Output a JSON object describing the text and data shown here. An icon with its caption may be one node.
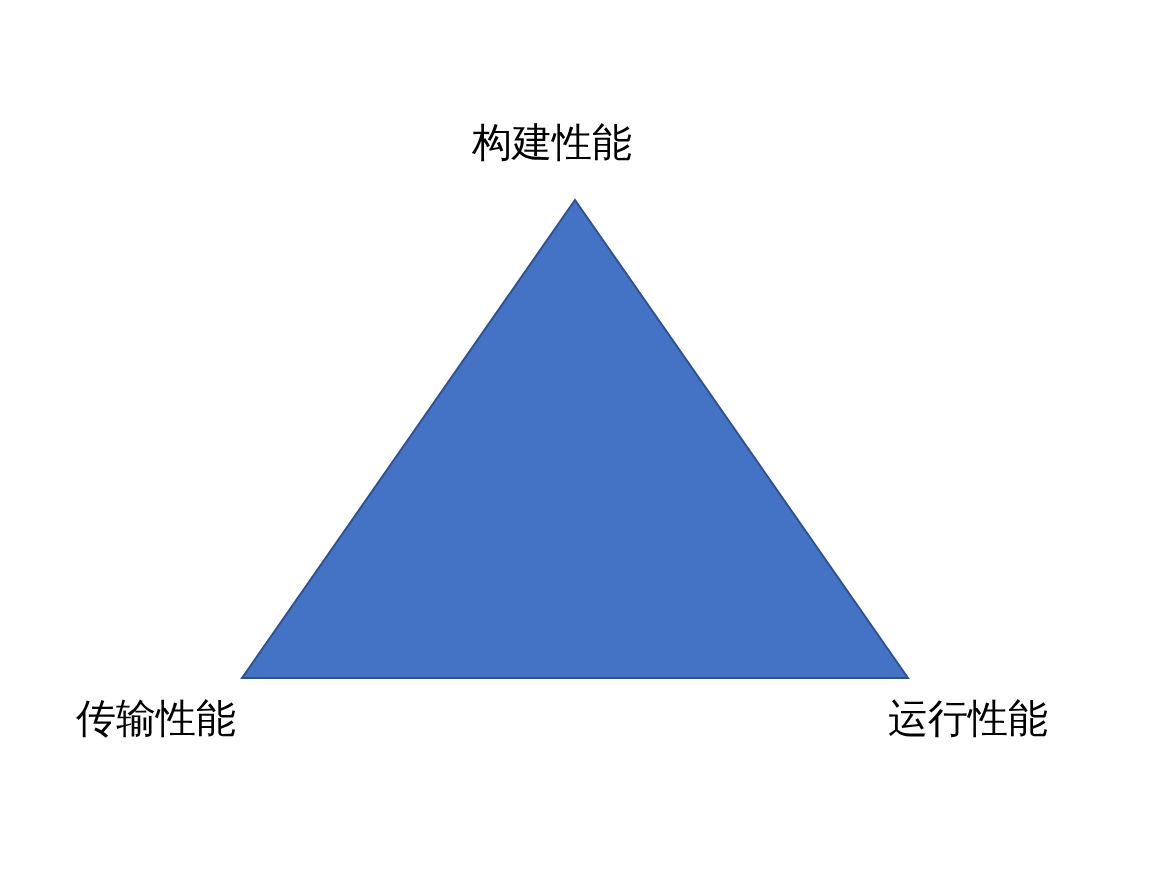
{
  "diagram": {
    "nodes": [
      {
        "text": [],
        "shape": "triangle"
      }
    ],
    "labels": [
      "构建性能",
      "传输性能",
      "运行性能"
    ]
  }
}
